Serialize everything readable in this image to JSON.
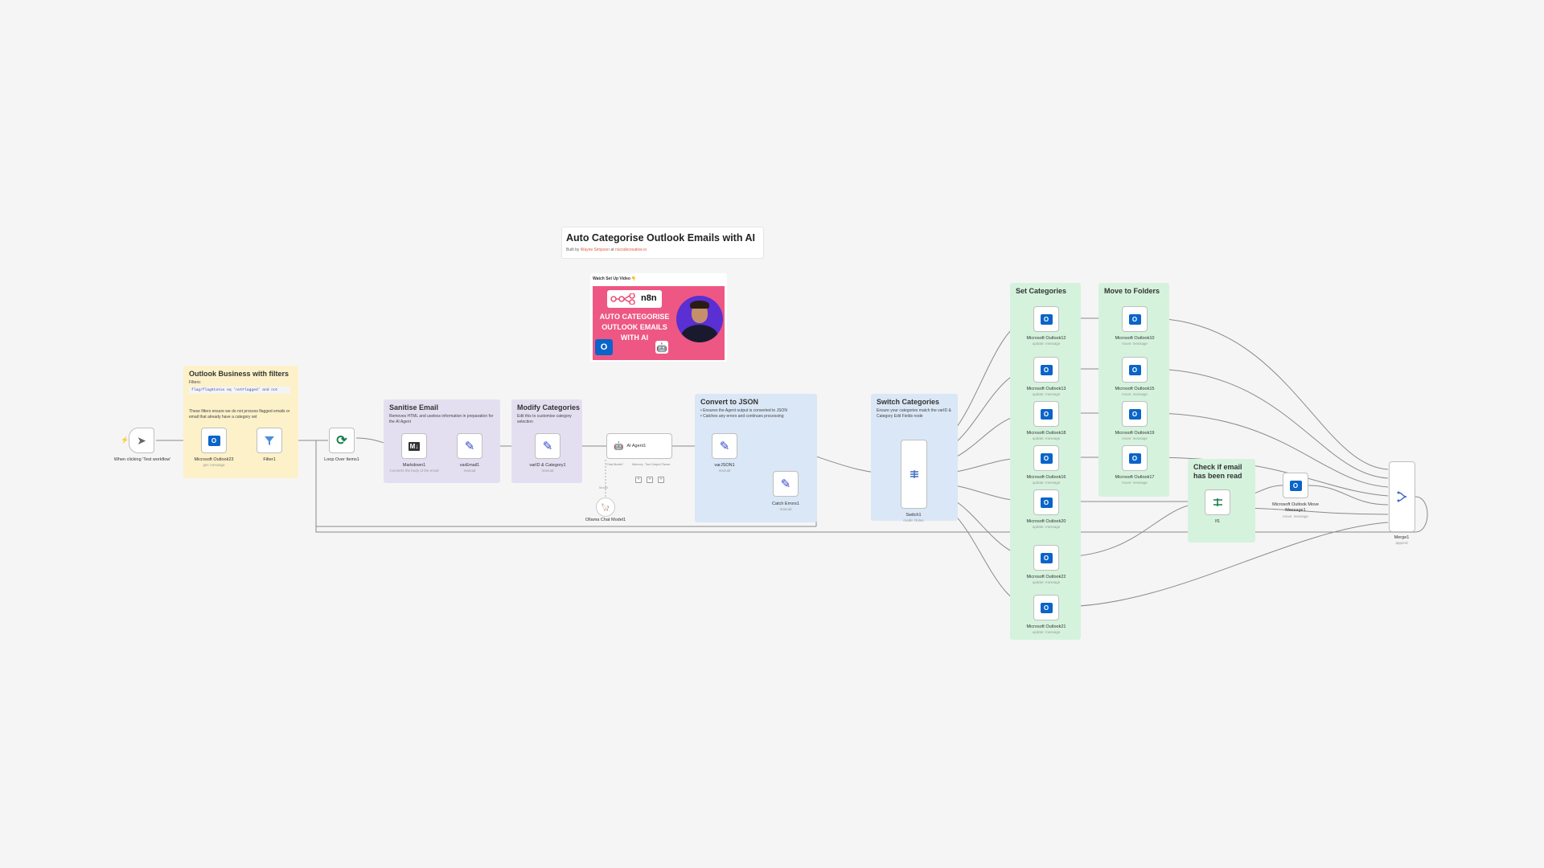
{
  "header": {
    "title": "Auto Categorise Outlook Emails with AI",
    "byline_prefix": "Built by",
    "byline_author": "Wayne Simpson",
    "byline_mid": "at",
    "byline_site": "nocodecreative.io"
  },
  "video": {
    "label": "Watch Set Up Video 👇",
    "brand": "n8n",
    "line1": "AUTO CATEGORISE",
    "line2": "OUTLOOK EMAILS",
    "line3": "WITH AI"
  },
  "notes": {
    "outlook_filters": {
      "title": "Outlook Business with filters",
      "filters_label": "Filters:",
      "filter_code": "flag/flagStatus eq 'notFlagged' and not",
      "text": "These filters ensure we do not process flagged emails or email that already have a category set"
    },
    "sanitise": {
      "title": "Sanitise Email",
      "text": "Removes HTML and useless information in preparation for the AI Agent"
    },
    "modify": {
      "title": "Modify Categories",
      "text": "Edit this to customise category selection"
    },
    "convert": {
      "title": "Convert to JSON",
      "bullet1": "Ensures the Agent output is converted to JSON",
      "bullet2": "Catches any errors and continues processing"
    },
    "switch": {
      "title": "Switch Categories",
      "text": "Ensure your categories match the varID & Category Edit Fields node"
    },
    "set_categories": {
      "title": "Set Categories"
    },
    "move_folders": {
      "title": "Move to Folders"
    },
    "check_read": {
      "title": "Check if email has been read"
    }
  },
  "nodes": {
    "trigger": {
      "label": "When clicking 'Test workflow'"
    },
    "outlook23": {
      "label": "Microsoft Outlook23",
      "sub": "get: message"
    },
    "filter1": {
      "label": "Filter1"
    },
    "loop": {
      "label": "Loop Over Items1"
    },
    "markdown": {
      "label": "Markdown1",
      "sub": "Converts the body of the email"
    },
    "varemail": {
      "label": "varEmail1",
      "sub": "manual"
    },
    "varid": {
      "label": "varID & Category1",
      "sub": "manual"
    },
    "agent": {
      "label": "AI Agent1",
      "port1": "Chat Model*",
      "port2": "Memory",
      "port3": "Tool",
      "port4": "Output Parser"
    },
    "ollama": {
      "label": "Ollama Chat Model1",
      "port": "Model"
    },
    "varjson": {
      "label": "varJSON1",
      "sub": "manual"
    },
    "catch": {
      "label": "Catch Errors1",
      "sub": "manual"
    },
    "switch": {
      "label": "Switch1",
      "sub": "mode: Rules"
    },
    "if1": {
      "label": "If1"
    },
    "move": {
      "label": "Microsoft Outlook Move Message1",
      "sub": "move: message"
    },
    "merge": {
      "label": "Merge1",
      "sub": "append"
    },
    "set": [
      {
        "label": "Microsoft Outlook12",
        "sub": "update: message"
      },
      {
        "label": "Microsoft Outlook13",
        "sub": "update: message"
      },
      {
        "label": "Microsoft Outlook18",
        "sub": "update: message"
      },
      {
        "label": "Microsoft Outlook16",
        "sub": "update: message"
      },
      {
        "label": "Microsoft Outlook20",
        "sub": "update: message"
      },
      {
        "label": "Microsoft Outlook22",
        "sub": "update: message"
      },
      {
        "label": "Microsoft Outlook21",
        "sub": "update: message"
      }
    ],
    "move_nodes": [
      {
        "label": "Microsoft Outlook10",
        "sub": "move: message"
      },
      {
        "label": "Microsoft Outlook15",
        "sub": "move: message"
      },
      {
        "label": "Microsoft Outlook19",
        "sub": "move: message"
      },
      {
        "label": "Microsoft Outlook17",
        "sub": "move: message"
      }
    ]
  },
  "colors": {
    "note_yellow": "#fdf1c9",
    "note_purple": "#e4dff0",
    "note_blue": "#dae7f6",
    "note_green": "#d5f2dd",
    "outlook_blue": "#0a64c9",
    "accent_red": "#ff6d5a",
    "icon_indigo": "#3346c8",
    "icon_green": "#1a7f4c"
  }
}
